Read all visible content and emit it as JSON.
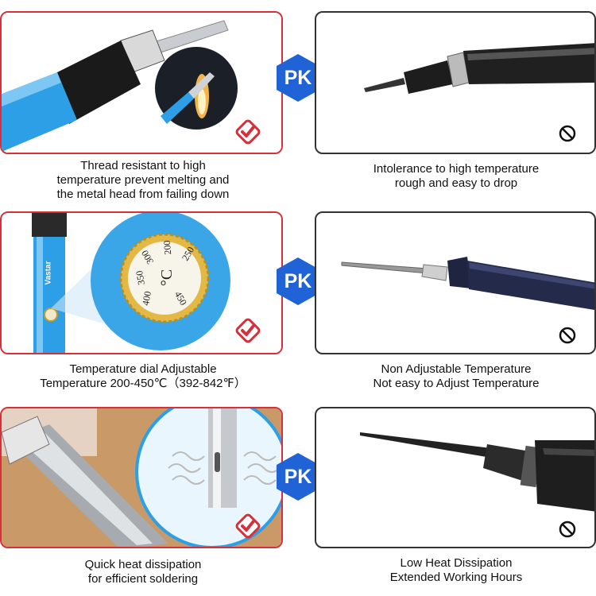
{
  "rows": [
    {
      "good_caption": [
        "Thread resistant to high",
        "temperature prevent melting and",
        "the metal head from failing down"
      ],
      "bad_caption": [
        "Intolerance to high temperature",
        "rough and easy to drop"
      ]
    },
    {
      "good_caption": [
        "Temperature dial Adjustable",
        "Temperature 200-450℃（392-842℉）"
      ],
      "bad_caption": [
        "Non Adjustable Temperature",
        "Not easy to Adjust Temperature"
      ]
    },
    {
      "good_caption": [
        "Quick heat dissipation",
        "for efficient soldering"
      ],
      "bad_caption": [
        "Low Heat Dissipation",
        "Extended Working Hours"
      ]
    }
  ],
  "pk_label": "PK",
  "dial": {
    "readings": [
      "200",
      "250",
      "300",
      "350",
      "400",
      "450"
    ],
    "unit": "°C"
  },
  "brand_text": "Vastar",
  "colors": {
    "good_border": "#d8303a",
    "bad_border": "#333333",
    "pk_badge": "#1f63d6",
    "handle_blue": "#2d9fe6",
    "check_red": "#d8303a"
  },
  "icons": {
    "good": "red-check-badge-icon",
    "bad": "prohibited-icon",
    "versus": "pk-hexagon-icon"
  }
}
